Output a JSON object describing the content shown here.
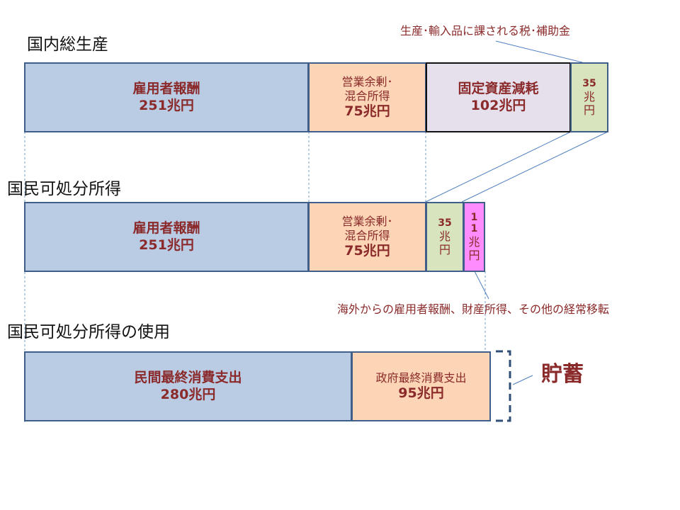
{
  "sections": {
    "gdp": "国内総生産",
    "ndi": "国民可処分所得",
    "ndi_use": "国民可処分所得の使用"
  },
  "gdp_row": {
    "compensation": {
      "label": "雇用者報酬",
      "value": "251兆円"
    },
    "surplus": {
      "label1": "営業余剰･",
      "label2": "混合所得",
      "value": "75兆円"
    },
    "depreciation": {
      "label": "固定資産減耗",
      "value": "102兆円"
    },
    "taxes": {
      "v1": "35",
      "v2": "兆",
      "v3": "円"
    }
  },
  "ndi_row": {
    "compensation": {
      "label": "雇用者報酬",
      "value": "251兆円"
    },
    "surplus": {
      "label1": "営業余剰･",
      "label2": "混合所得",
      "value": "75兆円"
    },
    "taxes": {
      "v1": "35",
      "v2": "兆",
      "v3": "円"
    },
    "transfers": {
      "v1": "1",
      "v2": "1",
      "v3": "兆",
      "v4": "円"
    }
  },
  "use_row": {
    "private": {
      "label": "民間最終消費支出",
      "value": "280兆円"
    },
    "government": {
      "label": "政府最終消費支出",
      "value": "95兆円"
    },
    "saving": "貯蓄"
  },
  "notes": {
    "taxes_note": "生産･輸入品に課される税･補助金",
    "transfers_note": "海外からの雇用者報酬、財産所得、その他の経常移転"
  },
  "colors": {
    "blue": "#b9cce4",
    "peach": "#fbd5b5",
    "lavender": "#e5e0ec",
    "green": "#d7e4bd",
    "pink": "#ff8cff",
    "text_accent": "#8b2a2a",
    "border": "#3f5f8a"
  }
}
